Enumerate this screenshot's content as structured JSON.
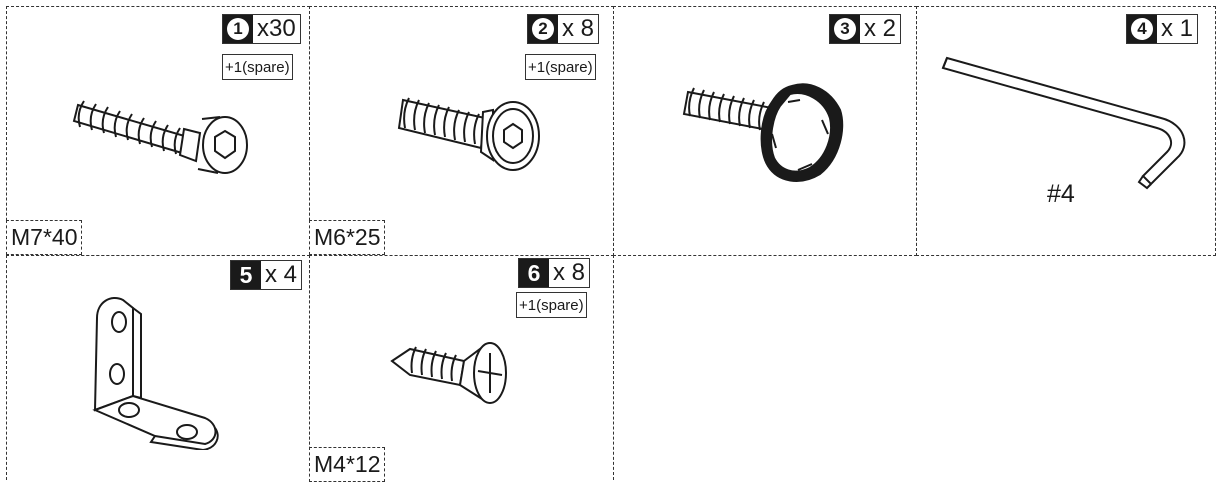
{
  "parts": [
    {
      "number": "1",
      "quantity": "x30",
      "spare": "+1(spare)",
      "size": "M7*40",
      "icon": "hex-socket-screw-icon"
    },
    {
      "number": "2",
      "quantity": "x 8",
      "spare": "+1(spare)",
      "size": "M6*25",
      "icon": "hex-bolt-icon"
    },
    {
      "number": "3",
      "quantity": "x 2",
      "icon": "knob-screw-icon"
    },
    {
      "number": "4",
      "quantity": "x 1",
      "label": "#4",
      "icon": "allen-key-icon"
    },
    {
      "number": "5",
      "quantity": "x 4",
      "icon": "l-bracket-icon"
    },
    {
      "number": "6",
      "quantity": "x 8",
      "spare": "+1(spare)",
      "size": "M4*12",
      "icon": "phillips-screw-icon"
    }
  ],
  "colors": {
    "ink": "#1a1a1a",
    "border": "#333333",
    "background": "#ffffff"
  }
}
